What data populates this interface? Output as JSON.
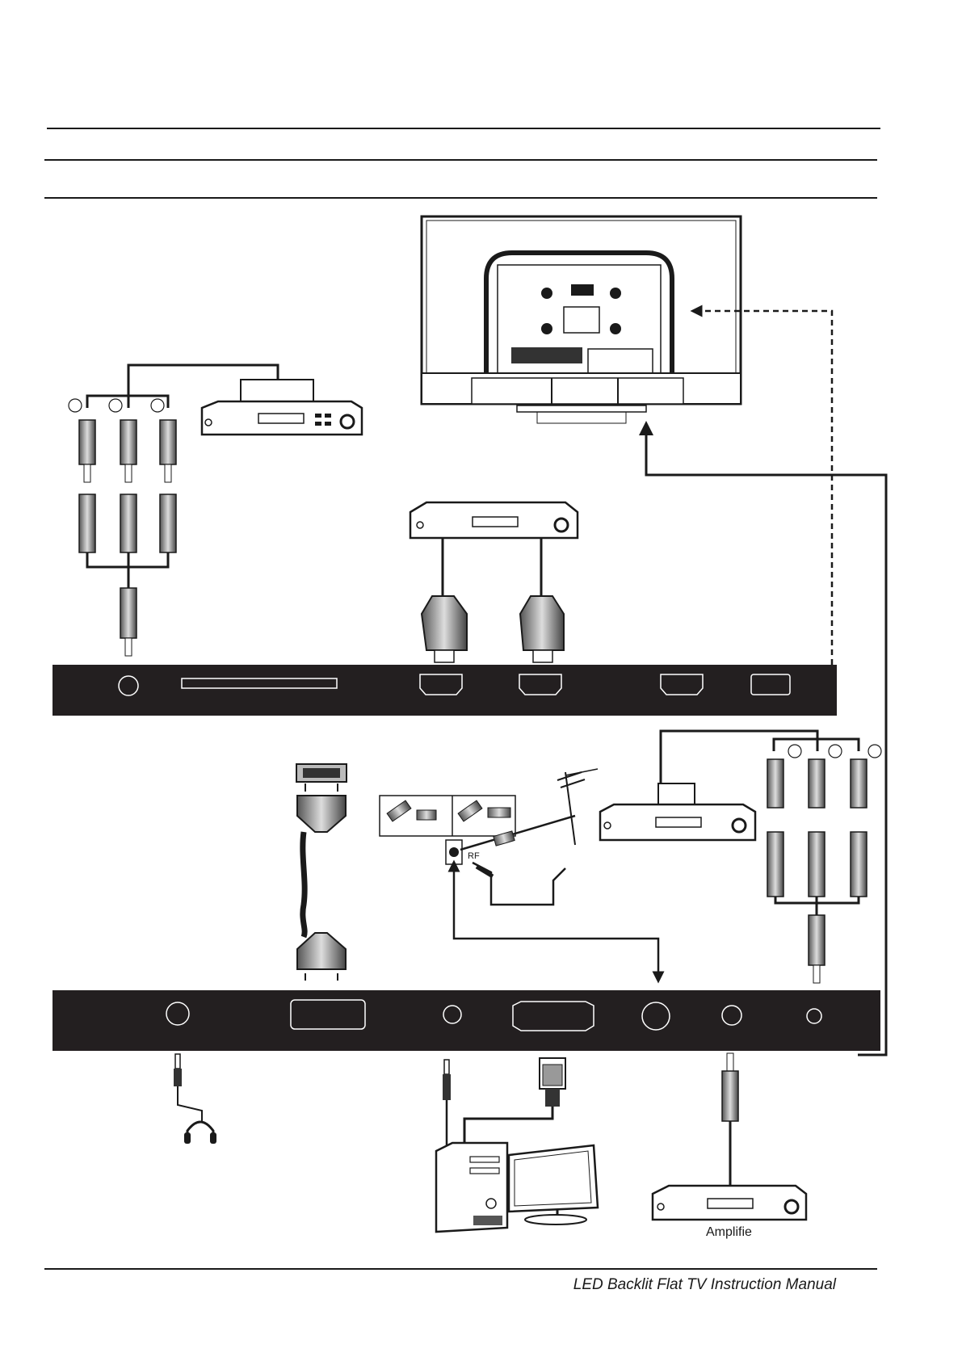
{
  "diagram": {
    "rf_label": "RF",
    "amplifier_caption": "Amplifie"
  },
  "footer": {
    "manual_title": "LED Backlit Flat TV Instruction Manual"
  },
  "icons": [
    "tv-rear-icon",
    "dvd-player-icon",
    "rca-plug-icon",
    "hdmi-plug-icon",
    "scart-plug-icon",
    "antenna-icon",
    "headphones-icon",
    "computer-icon",
    "monitor-icon",
    "vga-plug-icon",
    "audio-jack-icon",
    "amplifier-icon"
  ]
}
